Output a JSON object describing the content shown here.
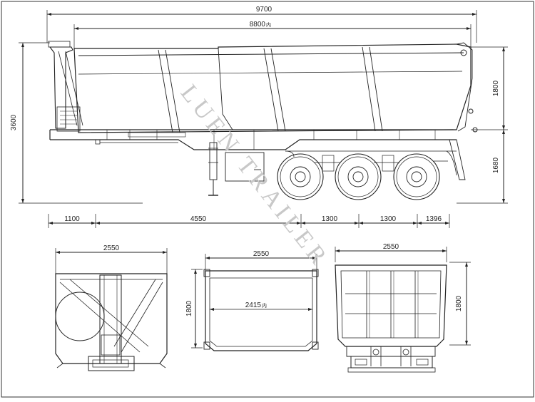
{
  "watermark": "LUEN TRAILER",
  "side_view": {
    "overall_length": "9700",
    "body_length": "8800",
    "body_length_suffix": "内",
    "overall_height": "3600",
    "body_height": "1800",
    "frame_height": "1680",
    "front_overhang": "1100",
    "kingpin_to_axle": "4550",
    "axle_spacing_1": "1300",
    "axle_spacing_2": "1300",
    "rear_overhang": "1396"
  },
  "front_view": {
    "width": "2550"
  },
  "section_view": {
    "width": "2550",
    "inner_width": "2415",
    "inner_suffix": "内",
    "height": "1800"
  },
  "rear_view": {
    "width": "2550",
    "height": "1800"
  }
}
